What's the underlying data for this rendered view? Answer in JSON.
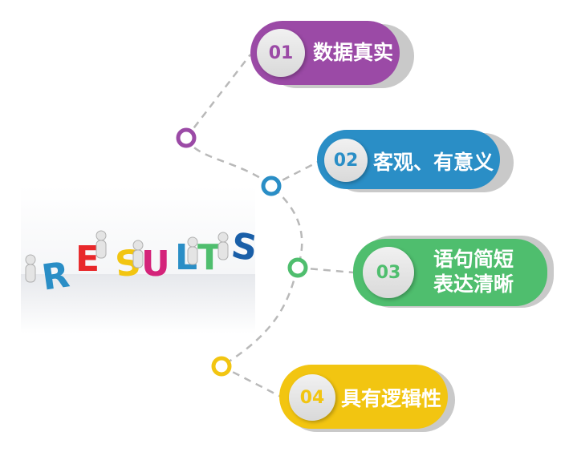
{
  "items": [
    {
      "number": "01",
      "text": "数据真实",
      "color": "#9b4aa6"
    },
    {
      "number": "02",
      "text": "客观、有意义",
      "color": "#2a8ec6"
    },
    {
      "number": "03",
      "line1": "语句简短",
      "line2": "表达清晰",
      "color": "#4fbe6e"
    },
    {
      "number": "04",
      "text": "具有逻辑性",
      "color": "#f2c511"
    }
  ],
  "image": {
    "letters": [
      "R",
      "E",
      "S",
      "U",
      "L",
      "T",
      "S"
    ],
    "letter_colors": [
      "#2a8ec6",
      "#e8282b",
      "#f2c511",
      "#d4237a",
      "#2a8ec6",
      "#4fbe6e",
      "#1a5fa8"
    ]
  }
}
